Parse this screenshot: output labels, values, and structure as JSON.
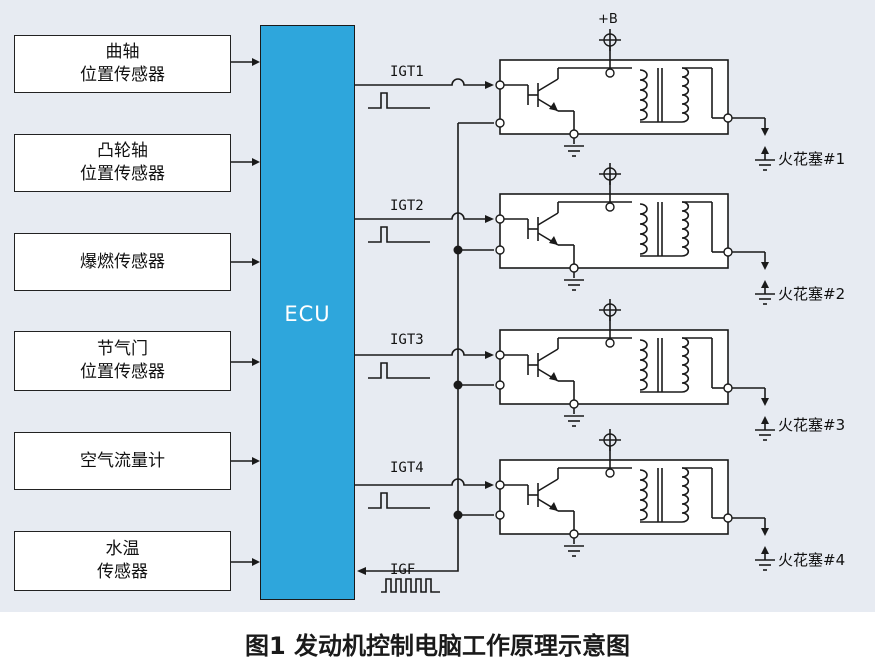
{
  "sensors": [
    {
      "label": "曲轴\n位置传感器"
    },
    {
      "label": "凸轮轴\n位置传感器"
    },
    {
      "label": "爆燃传感器"
    },
    {
      "label": "节气门\n位置传感器"
    },
    {
      "label": "空气流量计"
    },
    {
      "label": "水温\n传感器"
    }
  ],
  "ecu": {
    "label": "ECU"
  },
  "signals": [
    "IGT1",
    "IGT2",
    "IGT3",
    "IGT4"
  ],
  "feedback_signal": "IGF",
  "supply_label": "+B",
  "spark_plugs": [
    "火花塞#1",
    "火花塞#2",
    "火花塞#3",
    "火花塞#4"
  ],
  "caption": "图1 发动机控制电脑工作原理示意图"
}
